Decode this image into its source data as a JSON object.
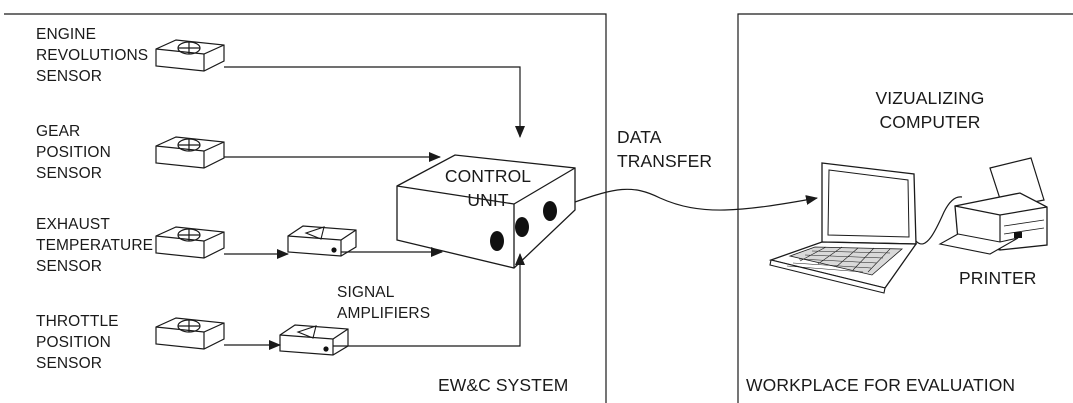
{
  "sensors": [
    {
      "lines": [
        "ENGINE",
        "REVOLUTIONS",
        "SENSOR"
      ]
    },
    {
      "lines": [
        "GEAR",
        "POSITION",
        "SENSOR"
      ]
    },
    {
      "lines": [
        "EXHAUST",
        "TEMPERATURE",
        "SENSOR"
      ]
    },
    {
      "lines": [
        "THROTTLE",
        "POSITION",
        "SENSOR"
      ]
    }
  ],
  "signal_amplifiers": {
    "lines": [
      "SIGNAL",
      "AMPLIFIERS"
    ]
  },
  "control_unit": {
    "lines": [
      "CONTROL",
      "UNIT"
    ]
  },
  "data_transfer": {
    "lines": [
      "DATA",
      "TRANSFER"
    ]
  },
  "vizualizing_computer": {
    "lines": [
      "VIZUALIZING",
      "COMPUTER"
    ]
  },
  "printer": {
    "label": "PRINTER"
  },
  "ewc_system": {
    "label": "EW&C SYSTEM"
  },
  "workplace": {
    "label": "WORKPLACE FOR EVALUATION"
  },
  "colors": {
    "line": "#1a1a1a",
    "box_fill": "#ffffff",
    "shade": "#d9d9d9",
    "port": "#111111"
  },
  "icons": {
    "sensor": "sensor-block-icon",
    "amplifier": "amplifier-block-icon",
    "control_unit": "control-unit-box-icon",
    "laptop": "laptop-icon",
    "printer": "printer-icon"
  }
}
